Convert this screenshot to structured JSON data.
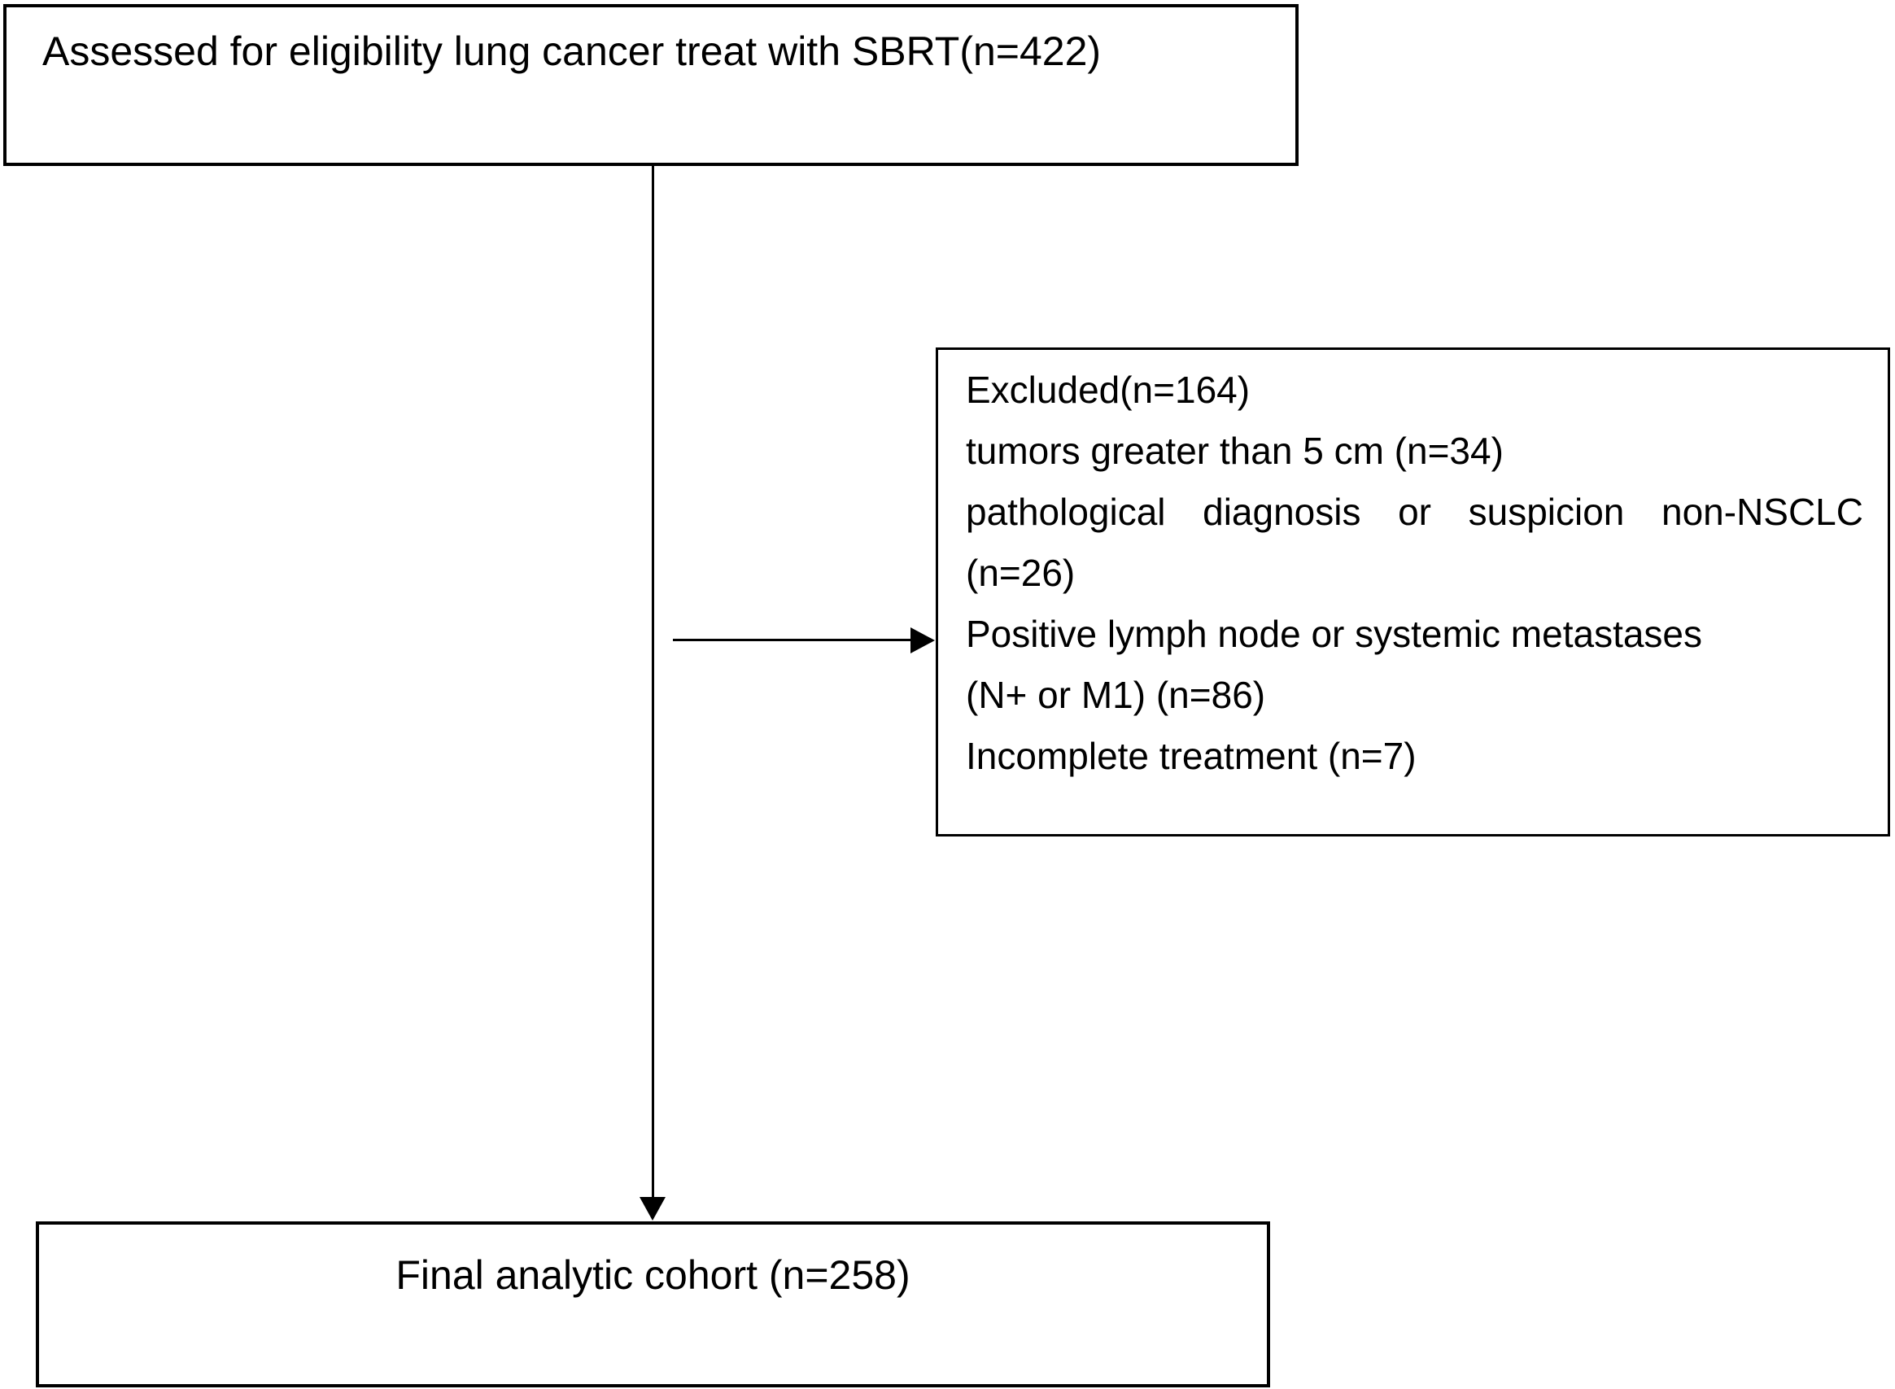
{
  "diagram": {
    "type": "patient-flow-diagram",
    "assessed_box": {
      "text": "Assessed for eligibility lung cancer treat with SBRT(n=422)"
    },
    "excluded_box": {
      "lines": [
        "Excluded(n=164)",
        "tumors greater than 5 cm (n=34)",
        "pathological diagnosis or suspicion non-NSCLC",
        "(n=26)",
        "Positive lymph node or systemic metastases",
        "(N+ or M1) (n=86)",
        "Incomplete treatment (n=7)"
      ]
    },
    "final_box": {
      "text": "Final analytic cohort (n=258)"
    },
    "counts": {
      "assessed": 422,
      "excluded_total": 164,
      "tumors_greater_5cm": 34,
      "non_nsclc": 26,
      "node_positive_or_metastases": 86,
      "incomplete_treatment": 7,
      "final_cohort": 258
    },
    "colors": {
      "background": "#ffffff",
      "border": "#000000",
      "text": "#000000"
    }
  }
}
